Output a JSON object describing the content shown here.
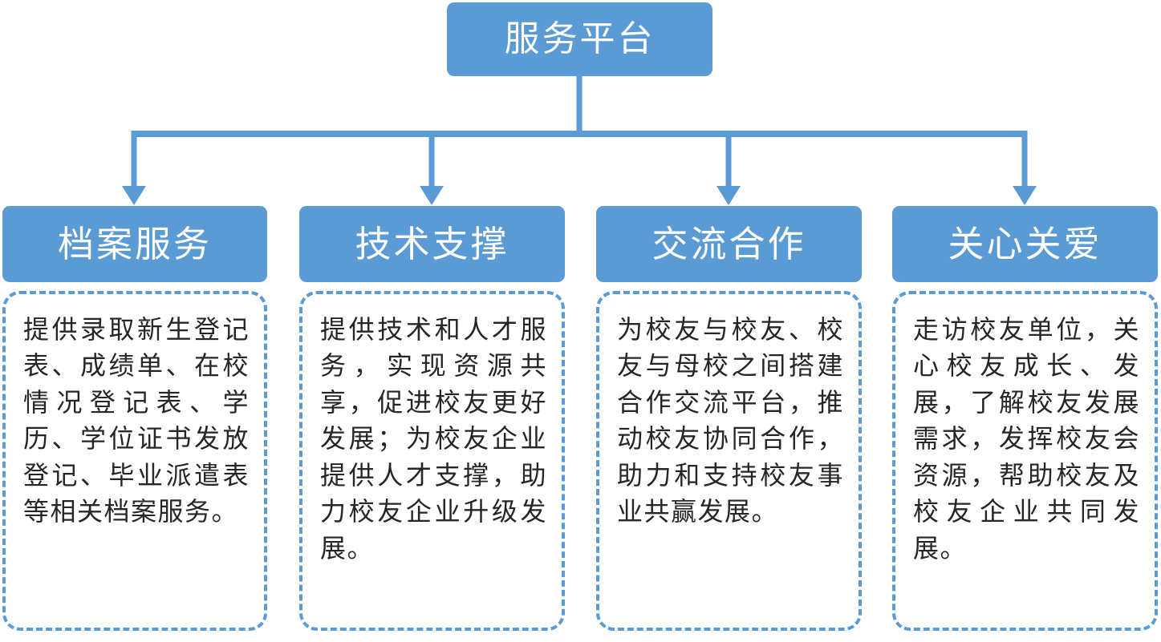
{
  "diagram": {
    "type": "hierarchy-flowchart",
    "orientation": "top-down",
    "colors": {
      "node_fill": "#5B9BD5",
      "node_text": "#FFFFFF",
      "connector": "#5B9BD5",
      "detail_border": "#5B9BD5",
      "detail_text": "#262626",
      "background": "#FFFFFF"
    },
    "root": {
      "label": "服务平台"
    },
    "branches": [
      {
        "header": "档案服务",
        "detail": "提供录取新生登记表、成绩单、在校情况登记表、学历、学位证书发放登记、毕业派遣表等相关档案服务。"
      },
      {
        "header": "技术支撑",
        "detail": "提供技术和人才服务，实现资源共享，促进校友更好发展；为校友企业提供人才支撑，助力校友企业升级发展。"
      },
      {
        "header": "交流合作",
        "detail": "为校友与校友、校友与母校之间搭建合作交流平台，推动校友协同合作，助力和支持校友事业共赢发展。"
      },
      {
        "header": "关心关爱",
        "detail": "走访校友单位，关心校友成长、发展，了解校友发展需求，发挥校友会资源，帮助校友及校友企业共同发展。"
      }
    ]
  }
}
